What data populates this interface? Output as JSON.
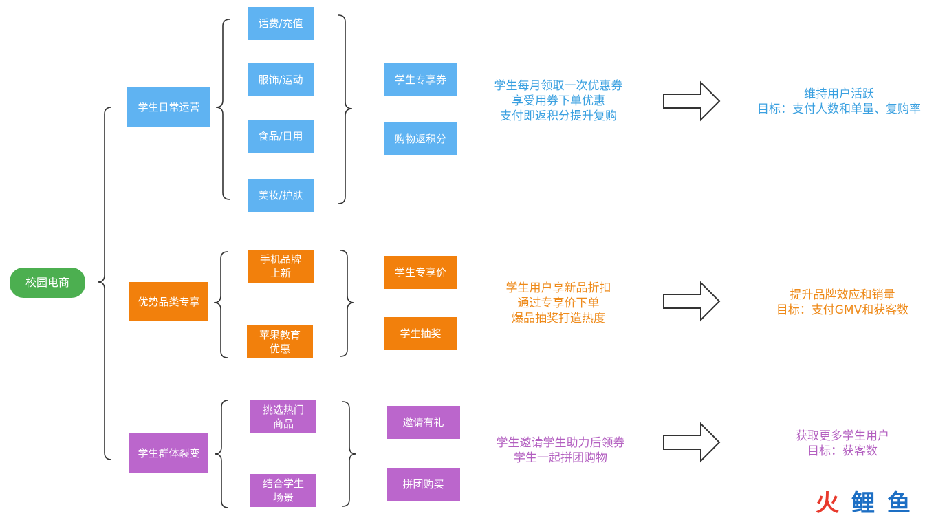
{
  "root": {
    "label": "校园电商"
  },
  "colors": {
    "blue": "#5fb3f2",
    "orange": "#f2800c",
    "purple": "#bb66cc",
    "green": "#4caf50",
    "blue_text": "#3aa0e0",
    "orange_text": "#ee8a1a",
    "purple_text": "#b35fc0"
  },
  "groups": [
    {
      "label": "学生日常运营",
      "items": [
        "话费/充值",
        "服饰/运动",
        "食品/日用",
        "美妆/护肤"
      ],
      "actions": [
        "学生专享券",
        "购物返积分"
      ],
      "description": "学生每月领取一次优惠券\n享受用券下单优惠\n支付即返积分提升复购",
      "goal": "维持用户活跃\n目标：支付人数和单量、复购率"
    },
    {
      "label": "优势品类专享",
      "items": [
        "手机品牌\n上新",
        "苹果教育\n优惠"
      ],
      "actions": [
        "学生专享价",
        "学生抽奖"
      ],
      "description": "学生用户享新品折扣\n通过专享价下单\n爆品抽奖打造热度",
      "goal": "提升品牌效应和销量\n目标：支付GMV和获客数"
    },
    {
      "label": "学生群体裂变",
      "items": [
        "挑选热门\n商品",
        "结合学生\n场景"
      ],
      "actions": [
        "邀请有礼",
        "拼团购买"
      ],
      "description": "学生邀请学生助力后领券\n学生一起拼团购物",
      "goal": "获取更多学生用户\n目标：获客数"
    }
  ],
  "watermark": {
    "chars": [
      "火",
      "鲤",
      "鱼"
    ]
  }
}
